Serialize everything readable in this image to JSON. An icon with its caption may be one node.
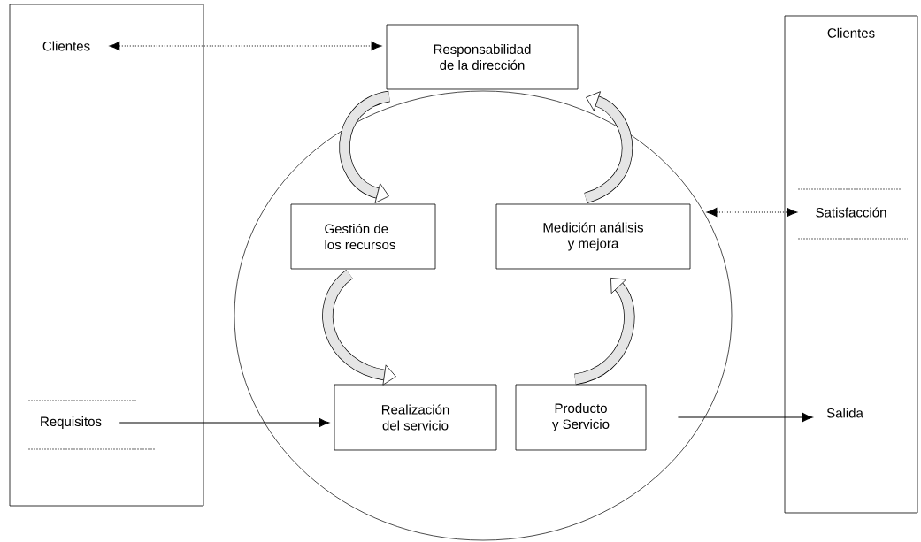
{
  "diagram": {
    "nodes": [
      {
        "text": [],
        "shape": "box"
      },
      {
        "text": [
          "Clientes"
        ],
        "in": 0
      },
      {
        "text": [
          "Requisitos"
        ],
        "in": 0
      },
      {
        "text": [
          "Clientes"
        ]
      },
      {
        "text": [
          "Satisfacción"
        ],
        "in": 3
      },
      {
        "text": [
          "Salida"
        ],
        "in": 3
      },
      {
        "text": [],
        "shape": "circle"
      },
      {
        "text": [
          "Responsabilidad de la dirección"
        ]
      },
      {
        "text": [
          "Gestión de los recursos"
        ],
        "in": 6
      },
      {
        "text": [
          "Medición análisis y mejora"
        ],
        "in": 6
      },
      {
        "text": [
          "Realización del servicio"
        ],
        "in": 6
      },
      {
        "text": [
          "Producto y Servicio"
        ],
        "in": 6
      }
    ],
    "edges": [
      {
        "from": 1,
        "to": 7,
        "arrow": "both",
        "style": "dashed"
      },
      {
        "from": 6,
        "to": 4,
        "arrow": "both",
        "style": "dashed"
      },
      {
        "from": 2,
        "to": 10,
        "arrow": "to"
      },
      {
        "from": 11,
        "to": 5,
        "arrow": "to"
      },
      {
        "from": 7,
        "to": 8,
        "arrow": "to",
        "style": "thick"
      },
      {
        "from": 8,
        "to": 10,
        "arrow": "to",
        "style": "thick"
      },
      {
        "from": 11,
        "to": 9,
        "arrow": "to",
        "style": "thick"
      },
      {
        "from": 9,
        "to": 7,
        "arrow": "to",
        "style": "thick"
      }
    ]
  }
}
